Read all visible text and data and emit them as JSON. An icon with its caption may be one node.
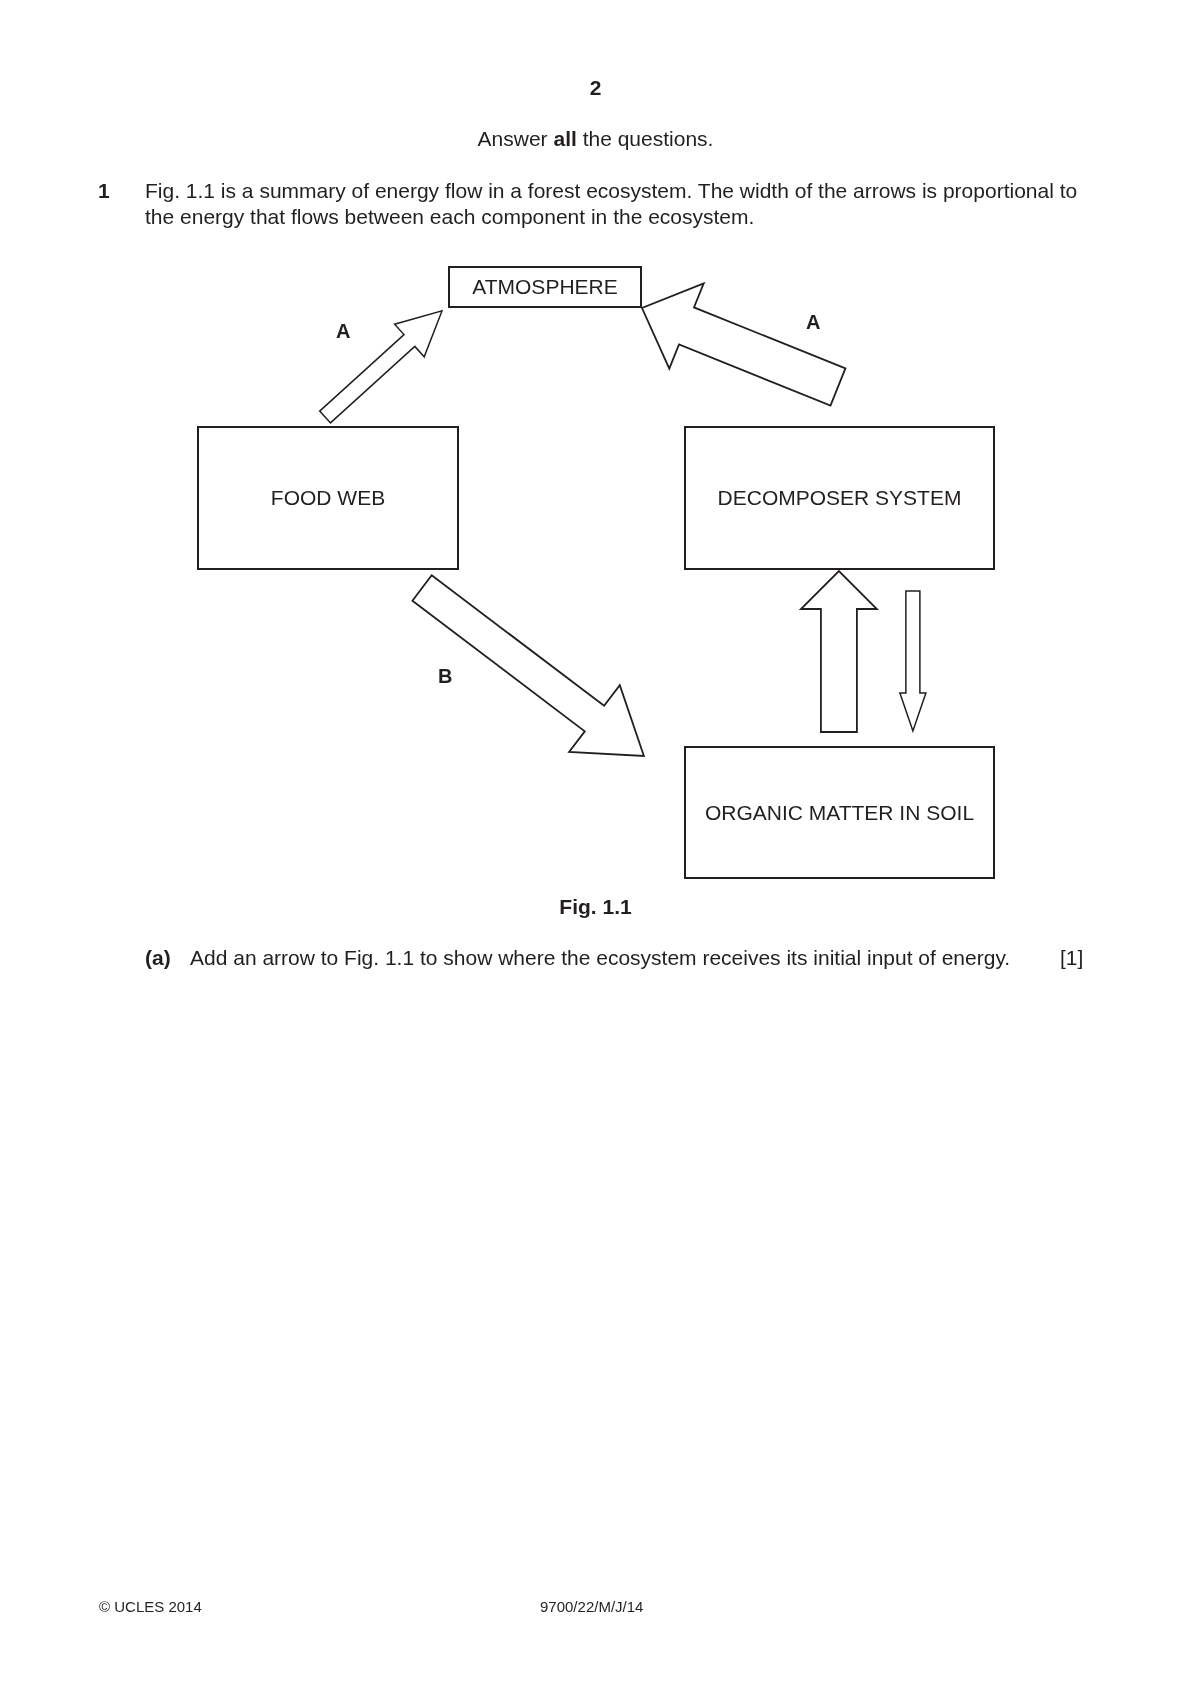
{
  "diagram": {
    "caption": "Fig. 1.1",
    "nodes": [
      {
        "text": [
          "ATMOSPHERE"
        ]
      },
      {
        "text": [
          "FOOD WEB"
        ]
      },
      {
        "text": [
          "DECOMPOSER SYSTEM"
        ]
      },
      {
        "text": [
          "ORGANIC MATTER IN SOIL"
        ]
      }
    ],
    "edges": [
      {
        "from": 1,
        "to": 0,
        "arrow": "to",
        "label": "A"
      },
      {
        "from": 2,
        "to": 0,
        "arrow": "to",
        "label": "A",
        "style": "thick"
      },
      {
        "from": 1,
        "to": 3,
        "arrow": "to",
        "label": "B",
        "style": "thick"
      },
      {
        "from": 3,
        "to": 2,
        "arrow": "to",
        "style": "thick"
      },
      {
        "from": 2,
        "to": 3,
        "arrow": "to"
      }
    ],
    "labels": [
      "2",
      "Answer **all** the questions.",
      "1",
      "Fig. 1.1 is a summary of energy flow in a forest ecosystem. The width of the arrows is proportional to the energy that flows between each component in the ecosystem.",
      "(a)",
      "Add an arrow to Fig. 1.1 to show where the ecosystem receives its initial input of energy.",
      "[1]",
      "© UCLES 2014",
      "9700/22/M/J/14"
    ]
  }
}
